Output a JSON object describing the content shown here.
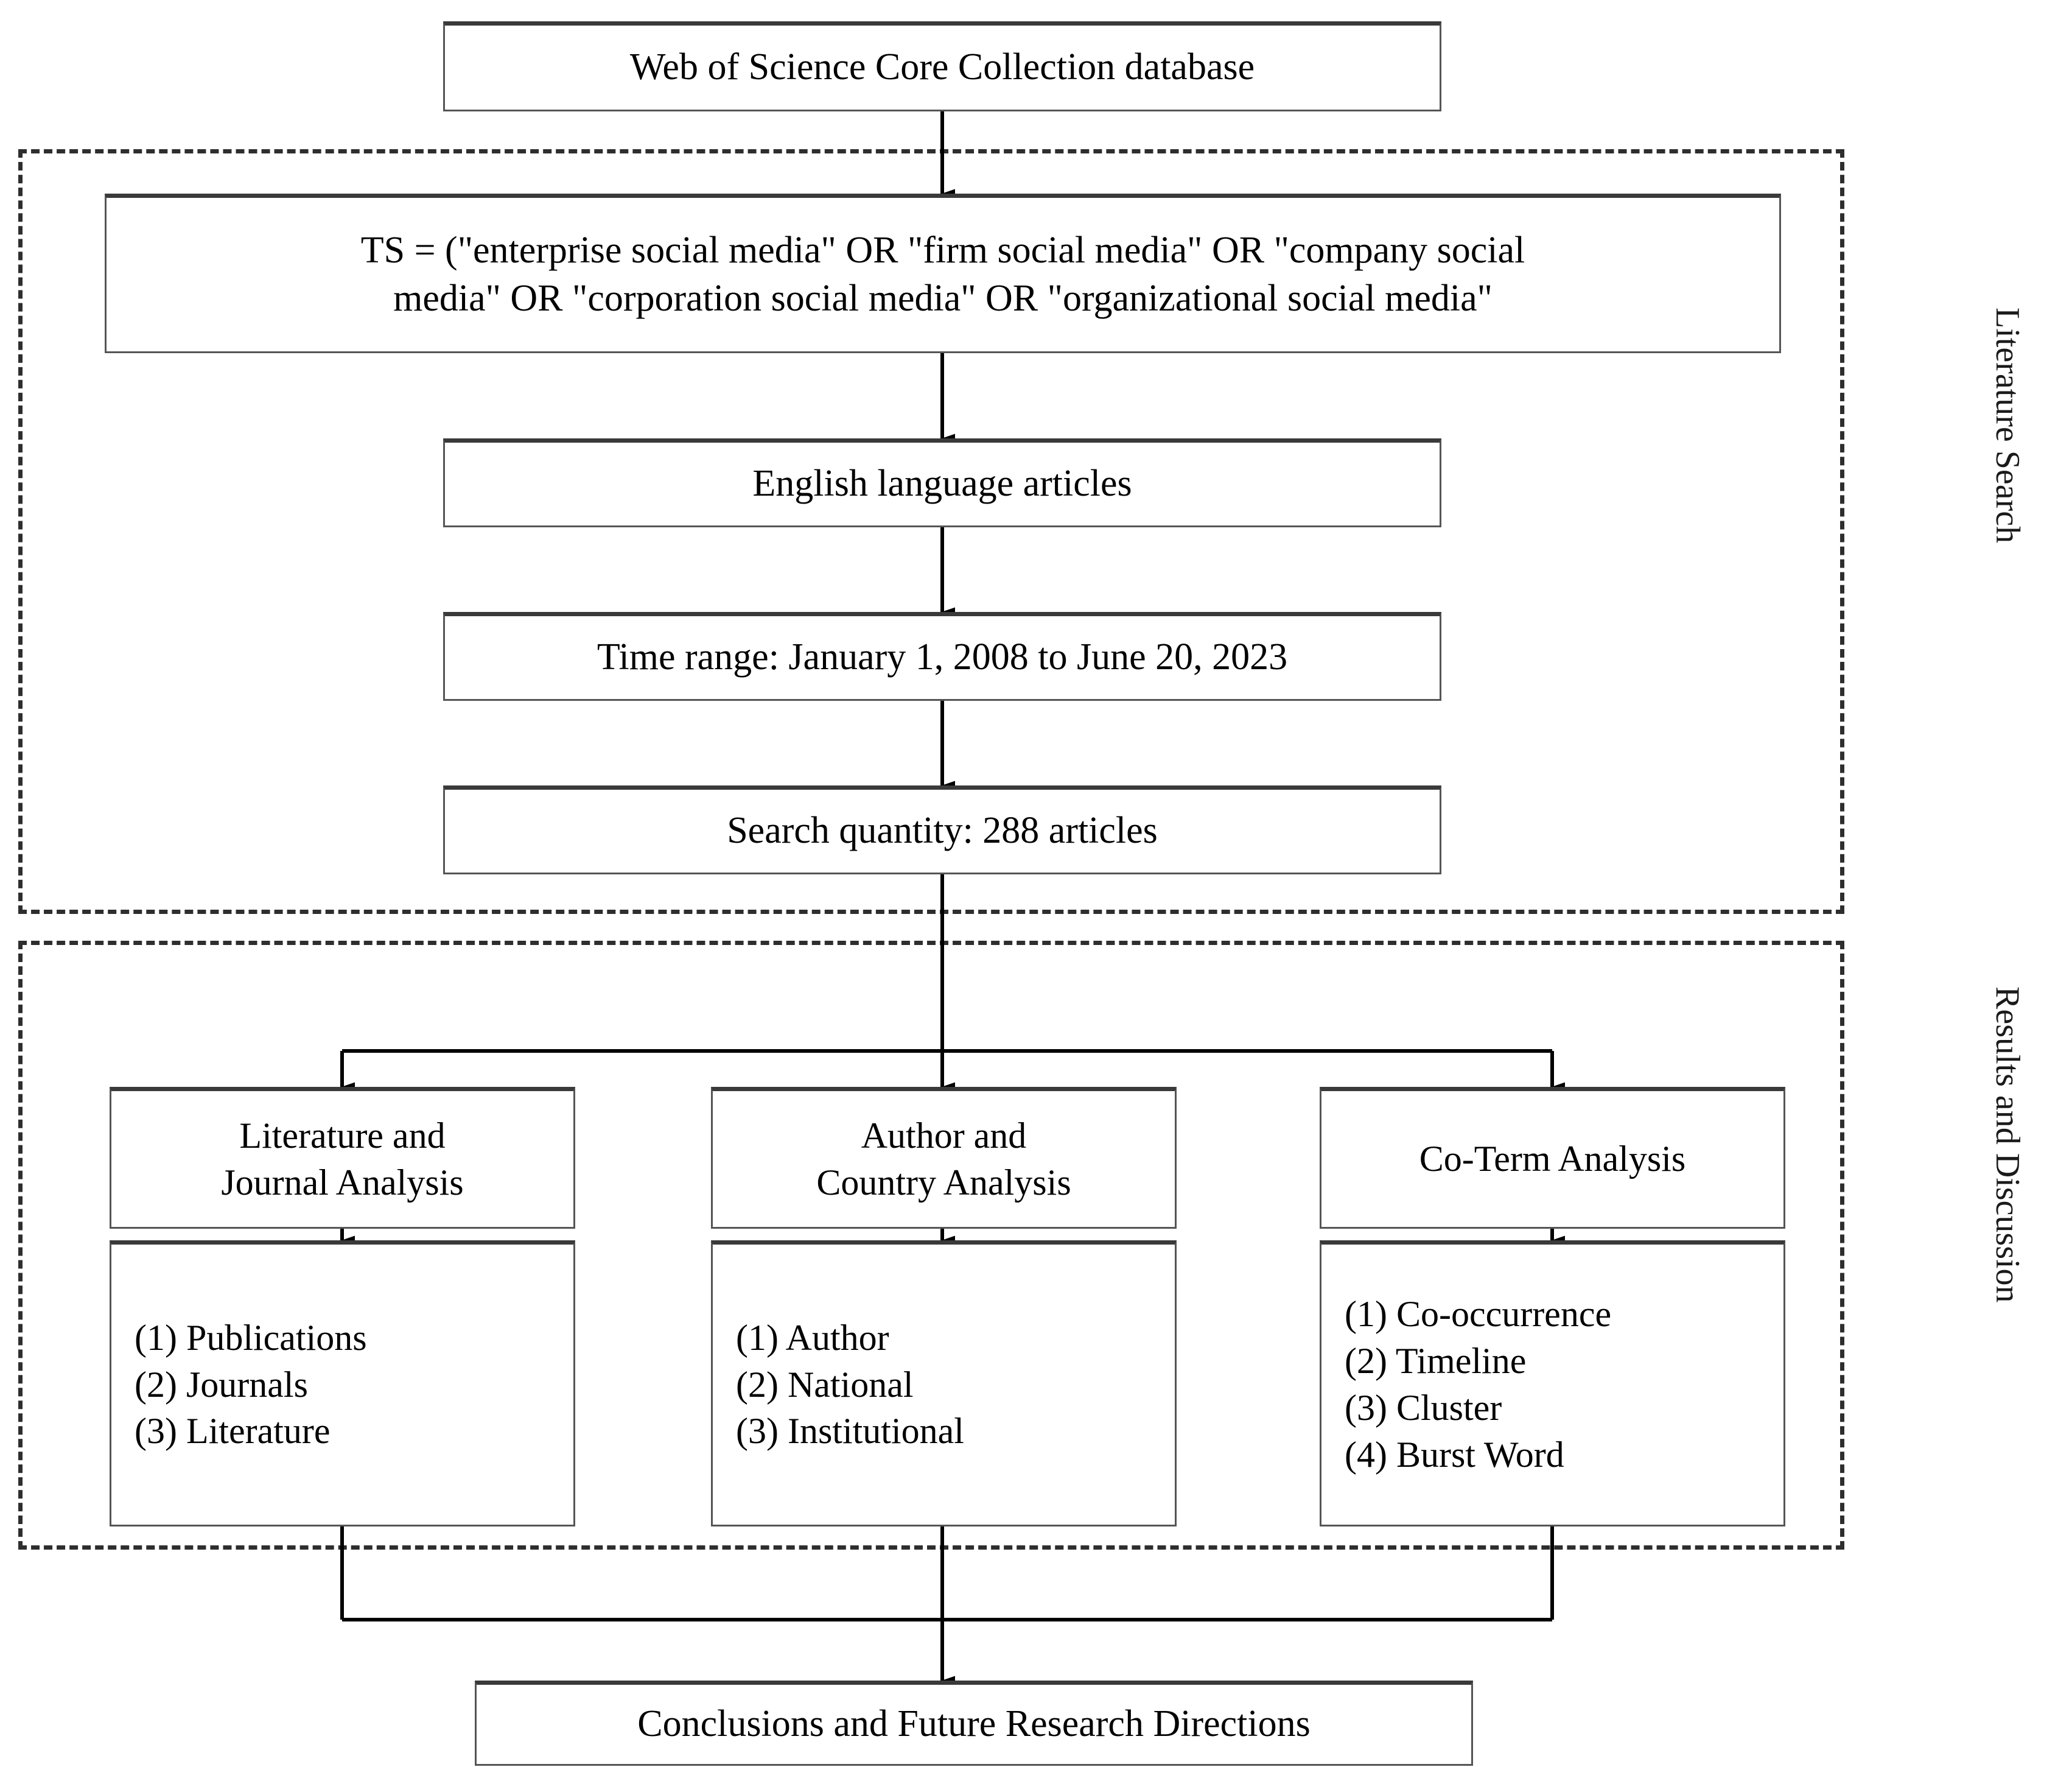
{
  "diagram": {
    "title": "Bibliometric research flow diagram",
    "colors": {
      "box_border": "#555555",
      "box_top_edge": "#3a3a3a",
      "dashed_region": "#2e2e2e",
      "connector": "#000000",
      "background": "#ffffff",
      "text": "#000000"
    }
  },
  "nodes": {
    "database": {
      "label": "Web of Science Core Collection database"
    },
    "query": {
      "line1": "TS = (\"enterprise social media\" OR \"firm social media\" OR \"company social",
      "line2": "media\" OR \"corporation social media\" OR \"organizational social media\""
    },
    "language": {
      "label": "English language articles"
    },
    "time_range": {
      "label": "Time range: January 1, 2008 to June 20, 2023"
    },
    "search_quantity": {
      "label": "Search quantity: 288 articles"
    },
    "analysis_1": {
      "line1": "Literature and",
      "line2": "Journal Analysis"
    },
    "analysis_2": {
      "line1": "Author and",
      "line2": "Country Analysis"
    },
    "analysis_3": {
      "line1": "Co-Term Analysis",
      "line2": ""
    },
    "details_1": {
      "items": [
        "(1) Publications",
        "(2) Journals",
        "(3) Literature"
      ]
    },
    "details_2": {
      "items": [
        "(1) Author",
        "(2) National",
        "(3) Institutional"
      ]
    },
    "details_3": {
      "items": [
        "(1) Co-occurrence",
        "(2) Timeline",
        "(3) Cluster",
        "(4) Burst Word"
      ]
    },
    "conclusions": {
      "label": "Conclusions and Future Research Directions"
    }
  },
  "section_labels": {
    "literature_search": "Literature Search",
    "results_discussion": "Results and Discussion"
  }
}
